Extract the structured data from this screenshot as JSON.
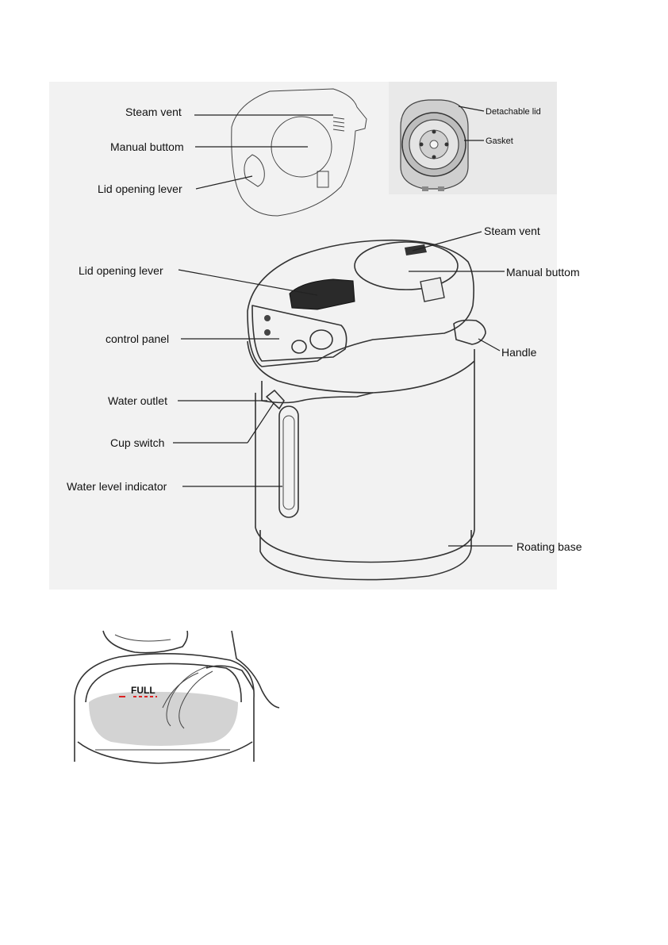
{
  "lid_diagram": {
    "labels": {
      "steam_vent": "Steam vent",
      "manual_button": "Manual buttom",
      "lid_opening_lever": "Lid opening lever"
    }
  },
  "top_view": {
    "labels": {
      "detachable_lid": "Detachable lid",
      "gasket": "Gasket"
    }
  },
  "main_diagram": {
    "labels": {
      "steam_vent": "Steam vent",
      "lid_opening_lever": "Lid opening lever",
      "manual_button": "Manual buttom",
      "control_panel": "control panel",
      "handle": "Handle",
      "water_outlet": "Water outlet",
      "cup_switch": "Cup switch",
      "water_level_indicator": "Water level indicator",
      "rotating_base": "Roating base"
    }
  },
  "fill_illustration": {
    "full_mark": "FULL"
  }
}
